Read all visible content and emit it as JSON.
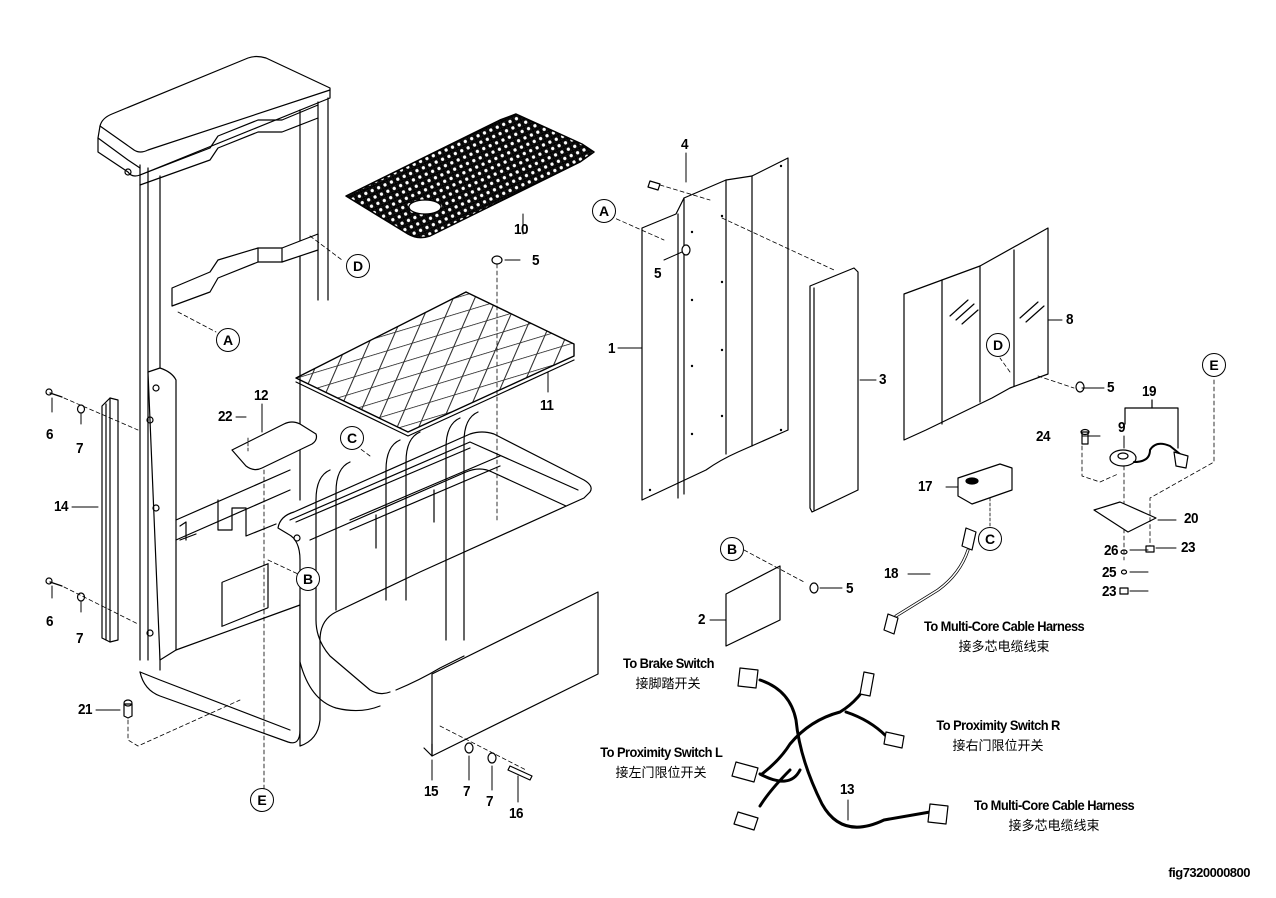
{
  "figure_id": "fig7320000800",
  "reference_letters": [
    "A",
    "B",
    "C",
    "D",
    "E"
  ],
  "callouts": [
    {
      "id": "1",
      "label": "1"
    },
    {
      "id": "2",
      "label": "2"
    },
    {
      "id": "3",
      "label": "3"
    },
    {
      "id": "4",
      "label": "4"
    },
    {
      "id": "5a",
      "label": "5"
    },
    {
      "id": "5b",
      "label": "5"
    },
    {
      "id": "5c",
      "label": "5"
    },
    {
      "id": "5d",
      "label": "5"
    },
    {
      "id": "6a",
      "label": "6"
    },
    {
      "id": "6b",
      "label": "6"
    },
    {
      "id": "7a",
      "label": "7"
    },
    {
      "id": "7b",
      "label": "7"
    },
    {
      "id": "7c",
      "label": "7"
    },
    {
      "id": "7d",
      "label": "7"
    },
    {
      "id": "8",
      "label": "8"
    },
    {
      "id": "9",
      "label": "9"
    },
    {
      "id": "10",
      "label": "10"
    },
    {
      "id": "11",
      "label": "11"
    },
    {
      "id": "12",
      "label": "12"
    },
    {
      "id": "13",
      "label": "13"
    },
    {
      "id": "14",
      "label": "14"
    },
    {
      "id": "15",
      "label": "15"
    },
    {
      "id": "16",
      "label": "16"
    },
    {
      "id": "17",
      "label": "17"
    },
    {
      "id": "18",
      "label": "18"
    },
    {
      "id": "19",
      "label": "19"
    },
    {
      "id": "20",
      "label": "20"
    },
    {
      "id": "21",
      "label": "21"
    },
    {
      "id": "22",
      "label": "22"
    },
    {
      "id": "23a",
      "label": "23"
    },
    {
      "id": "23b",
      "label": "23"
    },
    {
      "id": "24",
      "label": "24"
    },
    {
      "id": "25",
      "label": "25"
    },
    {
      "id": "26",
      "label": "26"
    }
  ],
  "notes": {
    "brake_switch": {
      "en": "To Brake Switch",
      "zh": "接脚踏开关"
    },
    "proximity_switch_r": {
      "en": "To Proximity Switch R",
      "zh": "接右门限位开关"
    },
    "proximity_switch_l": {
      "en": "To Proximity Switch L",
      "zh": "接左门限位开关"
    },
    "multicore_harness_1": {
      "en": "To Multi-Core Cable Harness",
      "zh": "接多芯电缆线束"
    },
    "multicore_harness_2": {
      "en": "To Multi-Core Cable Harness",
      "zh": "接多芯电缆线束"
    }
  }
}
